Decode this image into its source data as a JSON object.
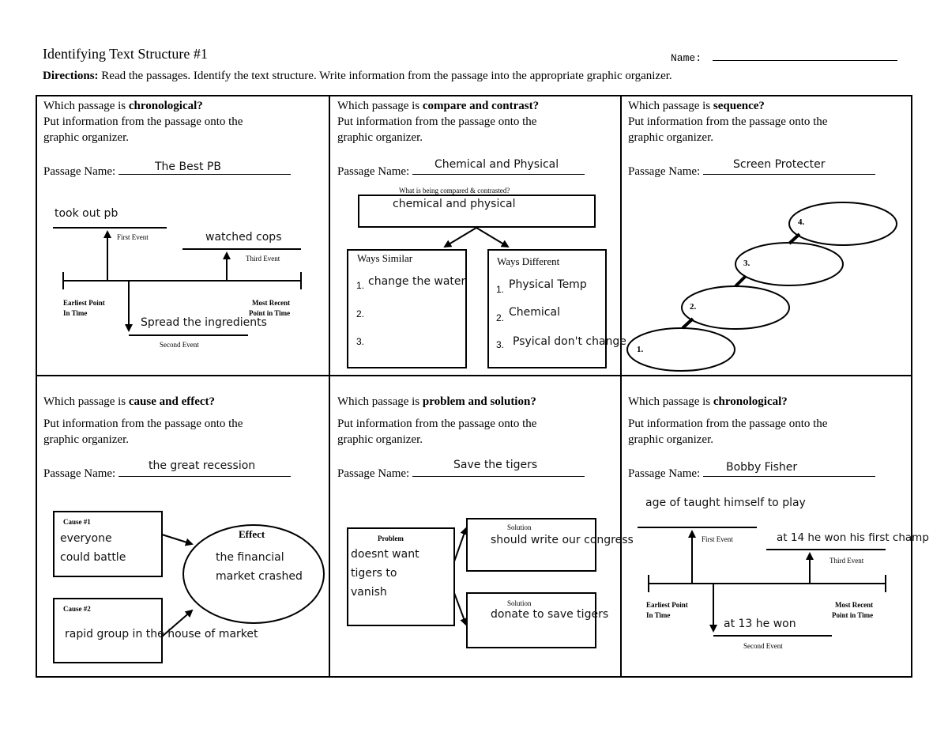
{
  "header": {
    "title": "Identifying Text Structure #1",
    "name_label": "Name:",
    "directions_label": "Directions:",
    "directions_text": "Read the passages.  Identify the text structure.  Write information from the passage into the appropriate graphic organizer."
  },
  "common": {
    "put_info_line1": "Put information from the passage onto the",
    "put_info_line2": "graphic organizer.",
    "passage_name_label": "Passage Name:",
    "which_prefix": "Which passage is"
  },
  "panel1": {
    "structure": "chronological?",
    "passage_name": "The Best PB",
    "first_event_label": "First Event",
    "second_event_label": "Second Event",
    "third_event_label": "Third Event",
    "earliest_line1": "Earliest Point",
    "earliest_line2": "In Time",
    "recent_line1": "Most Recent",
    "recent_line2": "Point in Time",
    "first_event": "took out pb",
    "second_event": "Spread the ingredients",
    "third_event": "watched cops"
  },
  "panel2": {
    "structure": "compare and contrast?",
    "passage_name": "Chemical and Physical",
    "compared_label": "What is being compared & contrasted?",
    "compared_value": "chemical and physical",
    "similar_label": "Ways Similar",
    "different_label": "Ways Different",
    "num1": "1.",
    "num2": "2.",
    "num3": "3.",
    "similar_1": "change the water",
    "different_1": "Physical Temp",
    "different_2": "Chemical",
    "different_3": "Psyical don't change"
  },
  "panel3": {
    "structure": "sequence?",
    "passage_name": "Screen Protecter",
    "step1": "1.",
    "step2": "2.",
    "step3": "3.",
    "step4": "4."
  },
  "panel4": {
    "structure": "cause and effect?",
    "passage_name": "the great recession",
    "cause1_label": "Cause #1",
    "cause2_label": "Cause #2",
    "effect_label": "Effect",
    "cause1_line1": "everyone",
    "cause1_line2": "could battle",
    "cause2_text": "rapid group in the house of market",
    "effect_line1": "the financial",
    "effect_line2": "market crashed"
  },
  "panel5": {
    "structure": "problem and solution?",
    "passage_name": "Save the tigers",
    "problem_label": "Problem",
    "solution_label": "Solution",
    "problem_line1": "doesnt want",
    "problem_line2": "tigers to",
    "problem_line3": "vanish",
    "solution1": "should write our congress",
    "solution2": "donate to save tigers"
  },
  "panel6": {
    "structure": "chronological?",
    "passage_name": "Bobby Fisher",
    "first_event_label": "First Event",
    "second_event_label": "Second Event",
    "third_event_label": "Third Event",
    "earliest_line1": "Earliest Point",
    "earliest_line2": "In Time",
    "recent_line1": "Most Recent",
    "recent_line2": "Point in Time",
    "first_event": "age of taught himself to play",
    "second_event": "at 13 he won",
    "third_event": "at 14 he won his first champ"
  }
}
